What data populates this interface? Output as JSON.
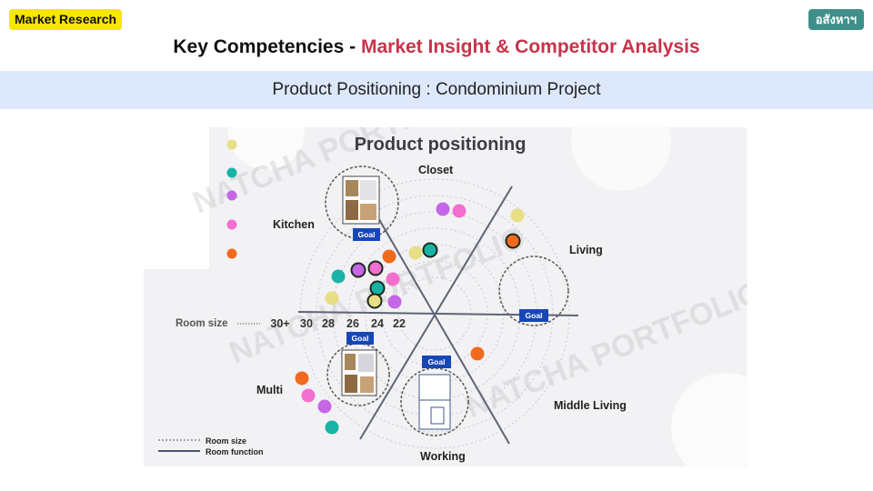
{
  "header": {
    "tag_left": "Market Research",
    "tag_right": "อสังหาฯ",
    "title_main": "Key Competencies - ",
    "title_accent": "Market Insight & Competitor Analysis",
    "subtitle": "Product Positioning : Condominium Project"
  },
  "figure": {
    "title": "Product positioning",
    "segments": {
      "closet": "Closet",
      "kitchen": "Kitchen",
      "living": "Living",
      "multi": "Multi",
      "middle_living": "Middle Living",
      "working": "Working"
    },
    "room_size_label": "Room size",
    "room_sizes": [
      "30+",
      "30",
      "28",
      "26",
      "24",
      "22"
    ],
    "goal_label": "Goal",
    "legend": {
      "dashed": "Room size",
      "solid": "Room function"
    },
    "watermark": "NATCHA PORTFOLIO",
    "colors": {
      "yellow": "#e8de86",
      "teal": "#19b3a6",
      "purple": "#c566e6",
      "pink": "#f26fcf",
      "orange": "#f06a1e",
      "goal_blue": "#1746b8"
    }
  }
}
